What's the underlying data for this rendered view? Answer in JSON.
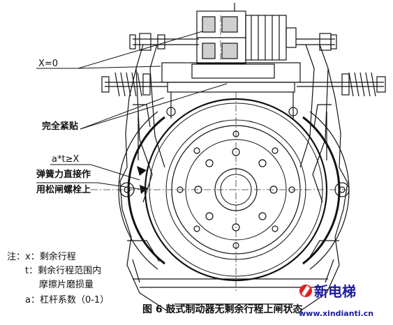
{
  "labels": {
    "x_eq_0": "X=0",
    "fully_close": "完全紧贴",
    "at_ge_x": "a*t≥X",
    "spring_line1": "弹簧力直接作",
    "spring_line2": "用松闸螺栓上"
  },
  "notes": {
    "prefix": "注：",
    "x": "x：剩余行程",
    "t_line1": "t：剩余行程范围内",
    "t_line2": "摩擦片磨损量",
    "a": "a：杠杆系数（0-1）"
  },
  "caption": "图 6 鼓式制动器无剩余行程上闸状态",
  "watermark": {
    "brand": "新电梯",
    "url": "www.xindianti.cn",
    "brand_color": "#1a1aa0",
    "url_color": "#1a1aa0",
    "logo_color": "#e02020"
  }
}
